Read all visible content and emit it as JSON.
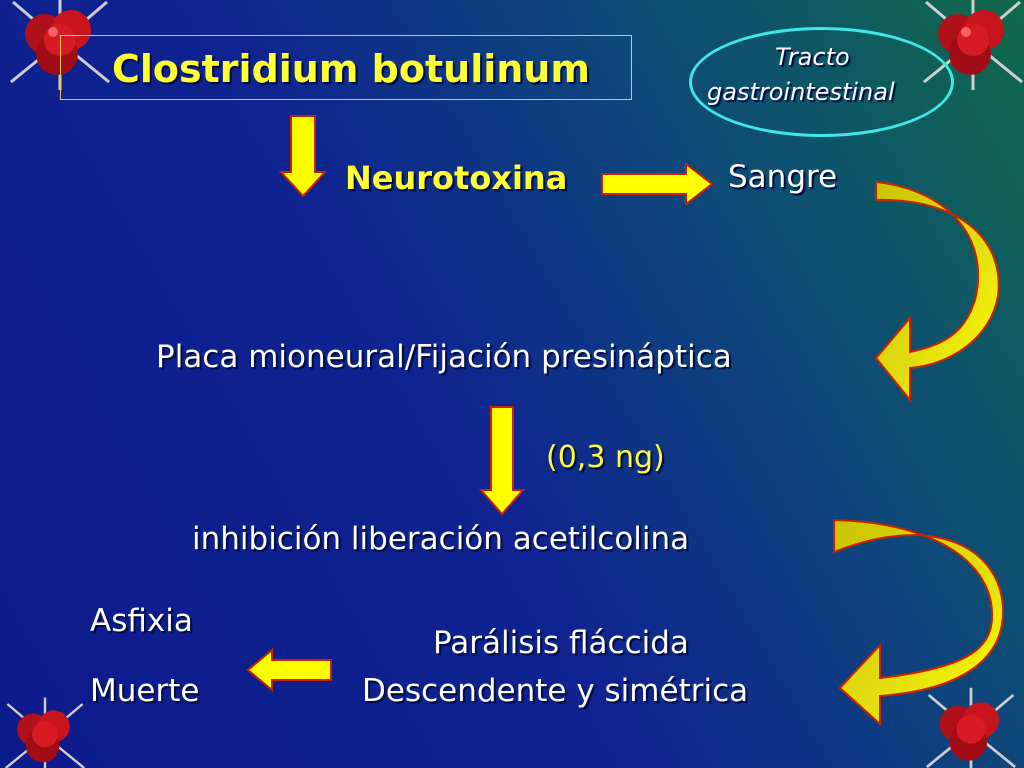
{
  "title": "Clostridium botulinum",
  "tracto": {
    "line1": "Tracto",
    "line2": "gastrointestinal"
  },
  "nodes": {
    "neurotoxina": "Neurotoxina",
    "sangre": "Sangre",
    "placa": "Placa mioneural/Fijación presináptica",
    "dose": "(0,3 ng)",
    "inhibicion": "inhibición liberación acetilcolina",
    "asfixia": "Asfixia",
    "muerte": "Muerte",
    "paralisis": "Parálisis fláccida",
    "descendente": "Descendente y simétrica"
  },
  "colors": {
    "arrow_fill": "#ffff00",
    "arrow_stroke": "#cc2200",
    "curved_arrow_fill": "#d6cc00",
    "text_yellow": "#ffff33",
    "ellipse_border": "#3fe7e7",
    "title_box_border": "#e8c84a"
  },
  "decor": {
    "corner_icon": "spiky-red-molecule-icon"
  }
}
